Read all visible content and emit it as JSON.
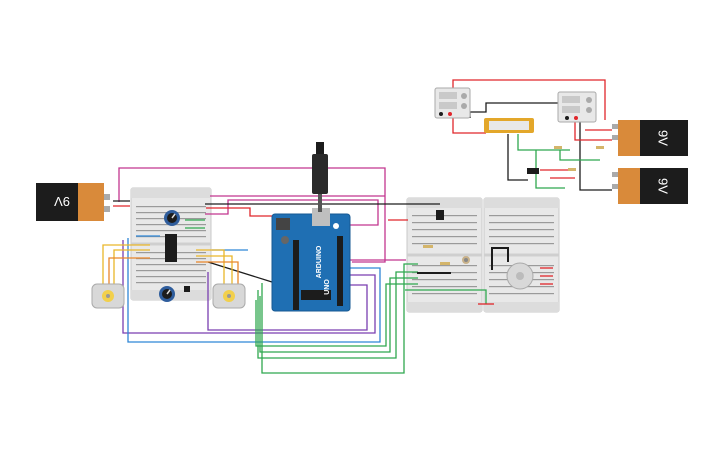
{
  "batteries": {
    "left_label": "9V",
    "right_top_label": "9V",
    "right_bottom_label": "9V"
  },
  "arduino": {
    "board_text": "UNO",
    "brand_text": "ARDUINO"
  },
  "colors": {
    "wire_red": "#e0262b",
    "wire_black": "#1d1d1d",
    "wire_magenta": "#c2368f",
    "wire_purple": "#7a3fb0",
    "wire_blue": "#2f86d6",
    "wire_green": "#2fa84f",
    "wire_yellow": "#e9b62a",
    "wire_orange": "#e9862a",
    "battery_body": "#1c1c1c",
    "battery_cap": "#d98a3a",
    "arduino_blue": "#1f6fb3",
    "breadboard": "#e9e9e9"
  }
}
